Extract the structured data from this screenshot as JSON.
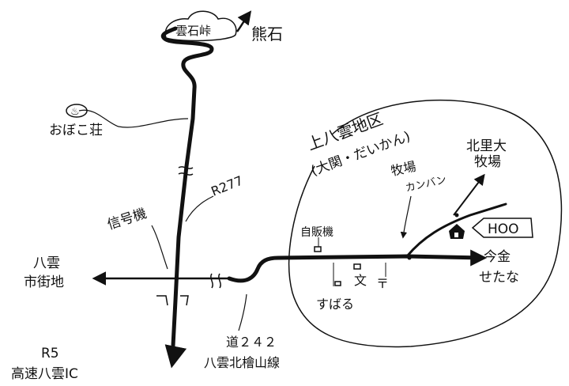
{
  "map": {
    "pass_label": "雲石峠",
    "kumaishi": "熊石",
    "onsen_symbol": "♨",
    "obokosou": "おぼこ荘",
    "route_277": "R277",
    "signal": "信号機",
    "yakumo_line1": "八雲",
    "yakumo_line2": "市街地",
    "r5_line1": "R5",
    "r5_line2": "高速八雲IC",
    "road_line1": "道２４２",
    "road_line2": "八雲北檜山線",
    "area_line1": "上八雲地区",
    "area_line2": "(大関・だいかん)",
    "hokudai_line1": "北里大",
    "hokudai_line2": "牧場",
    "bokujo_line1": "牧場",
    "bokujo_line2": "カンバン",
    "vending": "自販機",
    "school": "文",
    "subaru": "すばる",
    "post": "〒",
    "imakane_line1": "今金",
    "imakane_line2": "せたな",
    "here": "HOO"
  }
}
